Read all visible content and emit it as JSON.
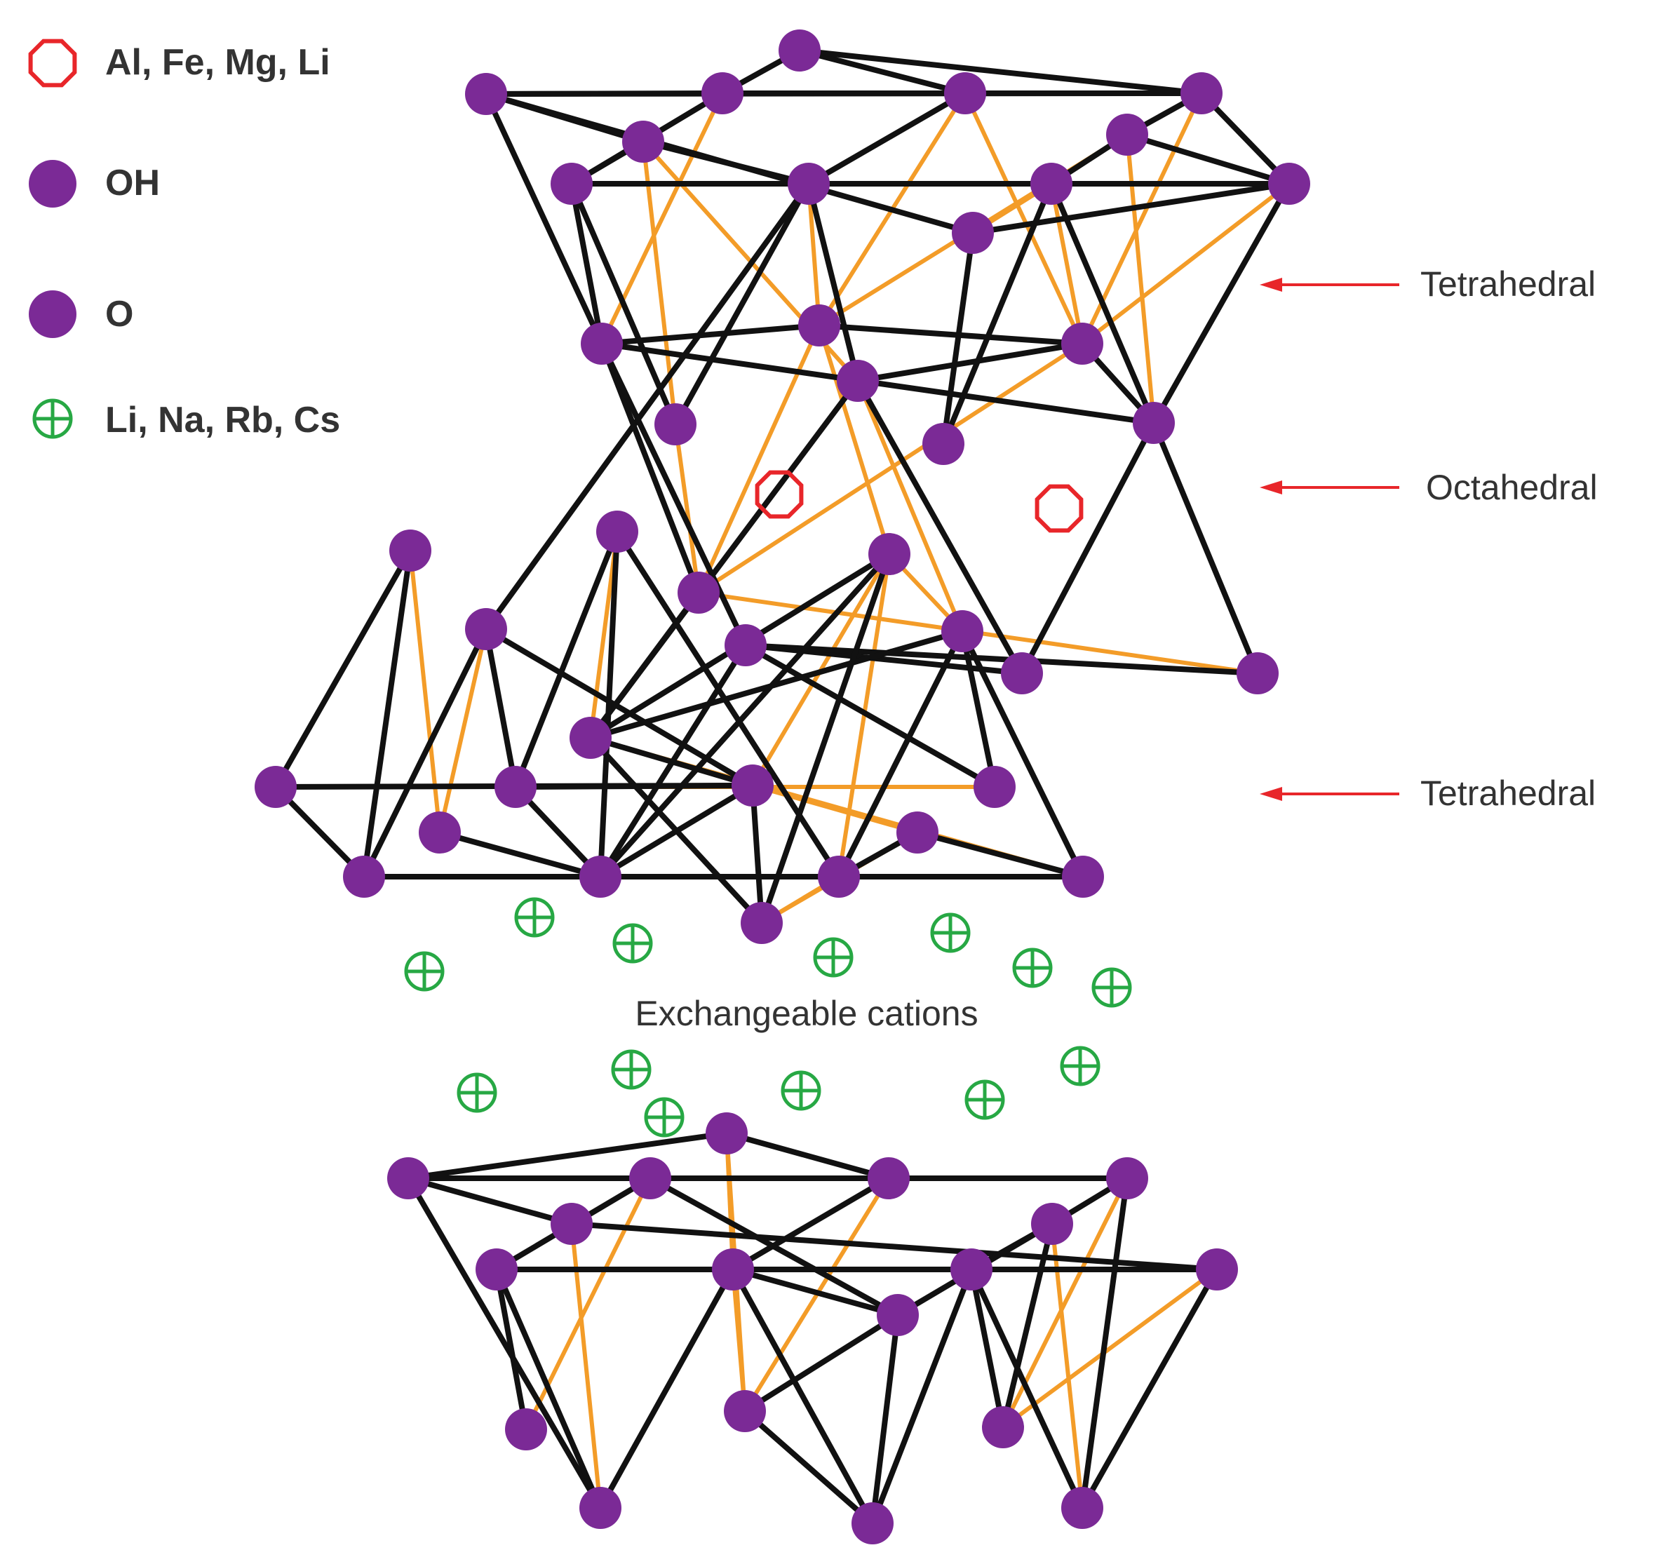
{
  "colors": {
    "black_bond": "#111111",
    "orange_bond": "#f39c28",
    "atom_fill": "#7b2a96",
    "octa_cation": "#e8262a",
    "exchange_cation": "#27a844",
    "arrow": "#e8262a"
  },
  "legend": {
    "octahedral_cation": "Al, Fe, Mg, Li",
    "hydroxyl": "OH",
    "oxygen": "O",
    "exchangeable_cation": "Li, Na, Rb, Cs"
  },
  "layers": {
    "top_tetrahedral": "Tetrahedral",
    "octahedral": "Octahedral",
    "bottom_tetrahedral": "Tetrahedral"
  },
  "interlayer": {
    "label": "Exchangeable cations"
  }
}
